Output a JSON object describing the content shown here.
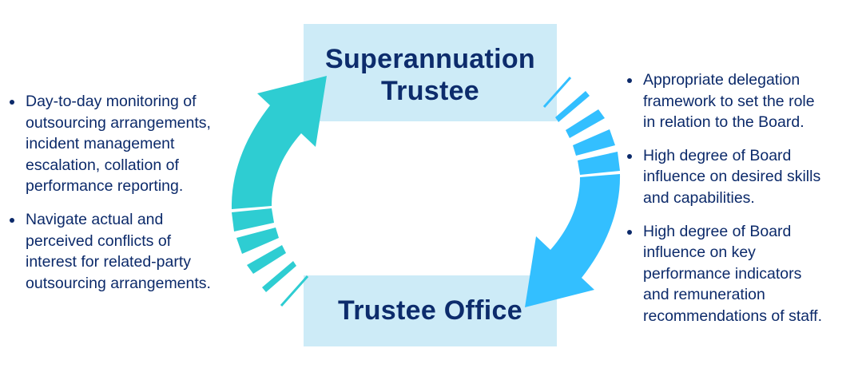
{
  "top_box": {
    "lines": [
      "Superannuation",
      "Trustee"
    ]
  },
  "bottom_box": {
    "lines": [
      "Trustee Office"
    ]
  },
  "left_bullets": [
    {
      "lines": [
        "Day-to-day monitoring of",
        "outsourcing arrangements,",
        "incident management",
        "escalation, collation of",
        "performance reporting."
      ]
    },
    {
      "lines": [
        "Navigate actual and",
        "perceived conflicts of",
        "interest for related-party",
        "outsourcing arrangements."
      ]
    }
  ],
  "right_bullets": [
    {
      "lines": [
        "Appropriate delegation",
        "framework to set the role",
        "in relation to the Board."
      ]
    },
    {
      "lines": [
        "High degree of Board",
        "influence on desired skills",
        "and capabilities."
      ]
    },
    {
      "lines": [
        "High degree of Board",
        "influence on key",
        "performance indicators",
        "and remuneration",
        "recommendations of staff."
      ]
    }
  ],
  "colors": {
    "left_arrow": "#2ecdd2",
    "right_arrow": "#33bfff",
    "box": "#cdebf7",
    "text": "#0c2a6a"
  }
}
